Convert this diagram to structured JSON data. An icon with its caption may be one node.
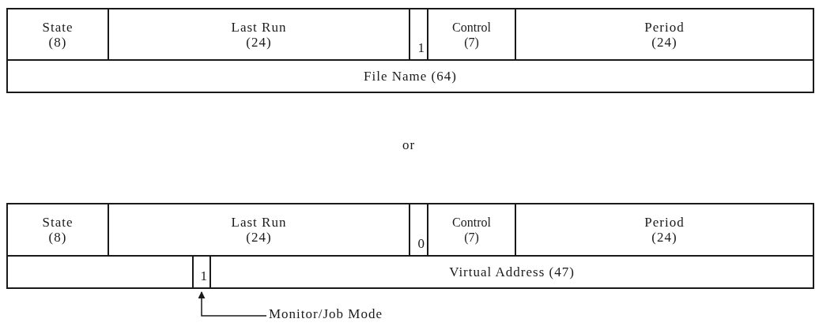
{
  "diagram": {
    "nodes": [
      {
        "text": [
          "State (8)"
        ]
      },
      {
        "text": [
          "Last Run (24)"
        ]
      },
      {
        "text": [
          "1"
        ]
      },
      {
        "text": [
          "Control (7)"
        ]
      },
      {
        "text": [
          "Period (24)"
        ]
      },
      {
        "text": [
          "File Name (64)"
        ]
      },
      {
        "text": [
          "State (8)"
        ]
      },
      {
        "text": [
          "Last Run (24)"
        ]
      },
      {
        "text": [
          "0"
        ]
      },
      {
        "text": [
          "Control (7)"
        ]
      },
      {
        "text": [
          "Period (24)"
        ]
      },
      {
        "text": [],
        "shape": "box"
      },
      {
        "text": [
          "1"
        ]
      },
      {
        "text": [
          "Virtual Address (47)"
        ]
      },
      {
        "text": [
          "Monitor/Job Mode"
        ]
      }
    ],
    "edges": [
      {
        "from": 14,
        "to": 12,
        "arrow": "to"
      }
    ],
    "labels": [
      "or"
    ]
  }
}
